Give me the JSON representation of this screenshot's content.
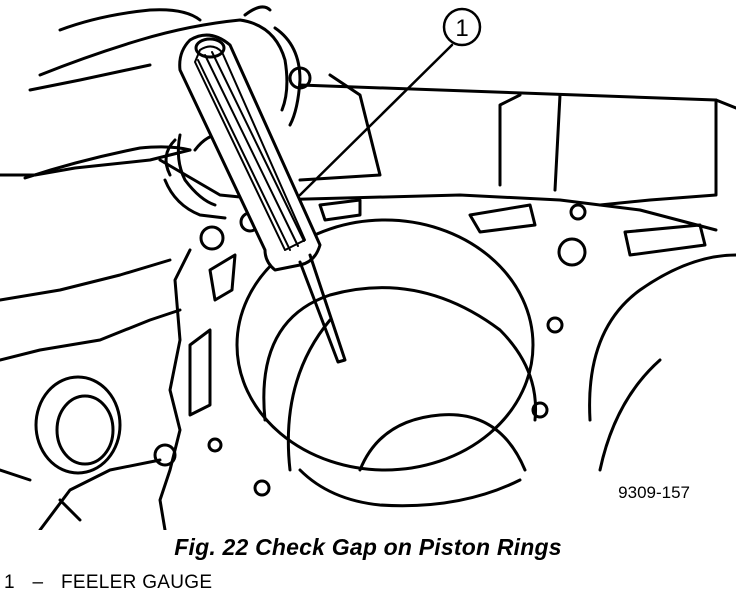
{
  "figure": {
    "callout_number": "1",
    "drawing_code": "9309-157",
    "caption": "Fig. 22 Check Gap on Piston Rings"
  },
  "legend": [
    {
      "number": "1",
      "dash": "–",
      "label": "FEELER GAUGE"
    }
  ]
}
